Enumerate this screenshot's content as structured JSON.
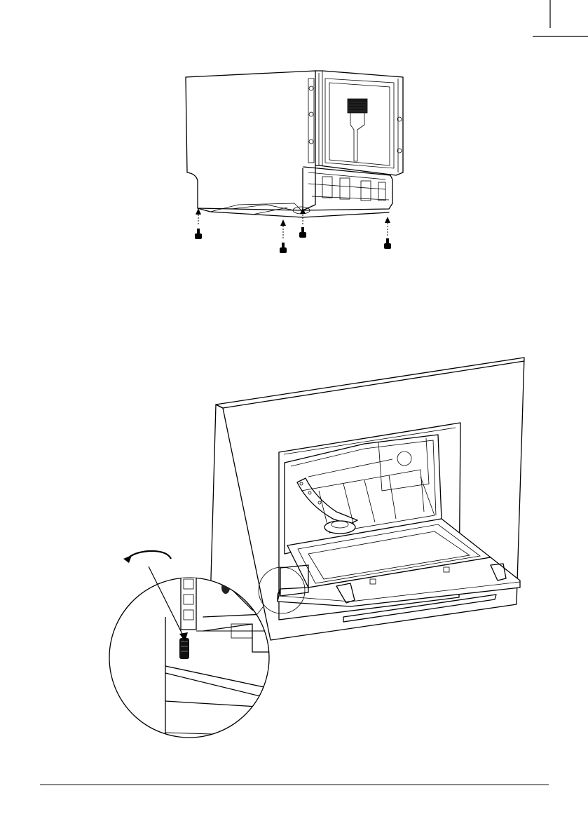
{
  "page": {
    "background": "#ffffff",
    "line_color": "#000000"
  },
  "figures": [
    {
      "name": "dishwasher-underside-with-adjustable-feet",
      "foot_count": 4
    },
    {
      "name": "dishwasher-in-cabinet-with-detail-magnifier",
      "rotation_direction": "counter-clockwise"
    }
  ],
  "icons": [
    "crop-mark-icon",
    "arrow-up-icon",
    "rotate-arrow-icon",
    "magnifier-circle-icon"
  ]
}
